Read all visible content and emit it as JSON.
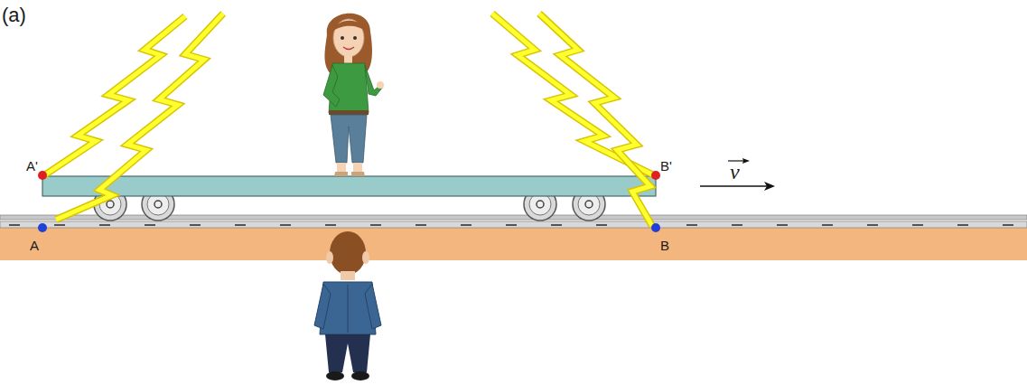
{
  "diagram": {
    "labels": [
      "(a)",
      "A'",
      "B'",
      "A",
      "B",
      "v"
    ]
  }
}
